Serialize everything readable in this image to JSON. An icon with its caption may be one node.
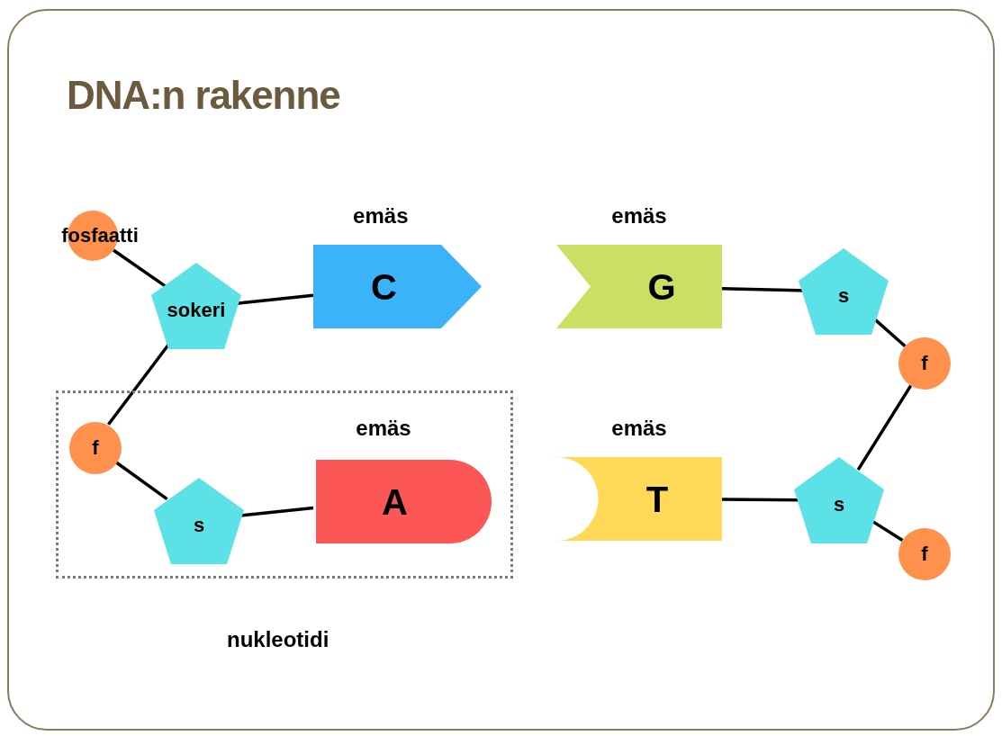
{
  "diagram": {
    "title": "DNA:n rakenne",
    "nodes": [
      {
        "text": [
          "fosfaatti"
        ]
      },
      {
        "text": [
          "sokeri"
        ]
      },
      {
        "text": [
          "C"
        ],
        "beside": [
          "emäs"
        ]
      },
      {
        "text": [
          "G"
        ],
        "beside": [
          "emäs"
        ]
      },
      {
        "text": [
          "s"
        ]
      },
      {
        "text": [
          "f"
        ]
      },
      {
        "text": [
          "nukleotidi"
        ]
      },
      {
        "text": [
          "f"
        ],
        "in": 6
      },
      {
        "text": [
          "s"
        ],
        "in": 6
      },
      {
        "text": [
          "A"
        ],
        "beside": [
          "emäs"
        ],
        "in": 6
      },
      {
        "text": [
          "T"
        ],
        "beside": [
          "emäs"
        ]
      },
      {
        "text": [
          "s"
        ]
      },
      {
        "text": [
          "f"
        ]
      }
    ],
    "edges": [
      {
        "from": 0,
        "to": 1,
        "arrow": "none"
      },
      {
        "from": 1,
        "to": 2,
        "arrow": "none"
      },
      {
        "from": 1,
        "to": 7,
        "arrow": "none"
      },
      {
        "from": 7,
        "to": 8,
        "arrow": "none"
      },
      {
        "from": 8,
        "to": 9,
        "arrow": "none"
      },
      {
        "from": 3,
        "to": 4,
        "arrow": "none"
      },
      {
        "from": 4,
        "to": 5,
        "arrow": "none"
      },
      {
        "from": 5,
        "to": 11,
        "arrow": "none"
      },
      {
        "from": 11,
        "to": 10,
        "arrow": "none"
      },
      {
        "from": 11,
        "to": 12,
        "arrow": "none"
      }
    ]
  }
}
